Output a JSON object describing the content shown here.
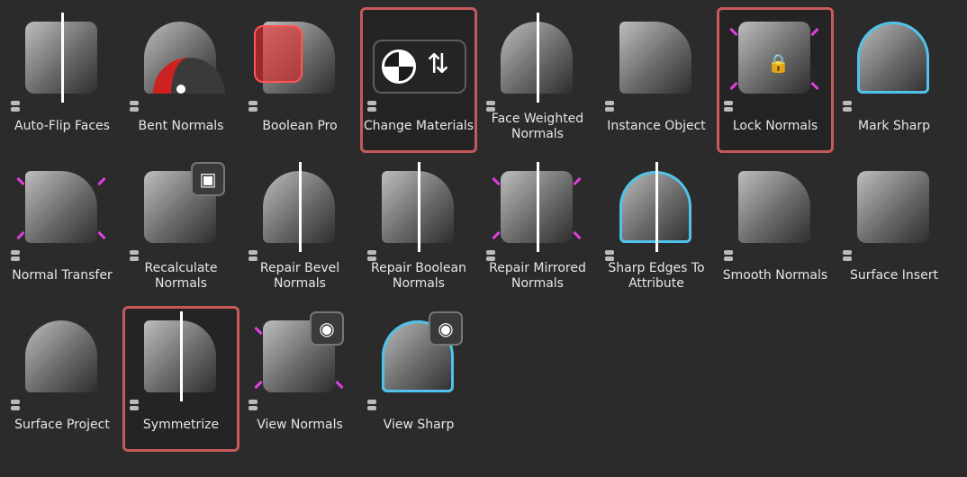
{
  "assets": [
    {
      "label": "Auto-Flip Faces",
      "variant": "line",
      "selected": false
    },
    {
      "label": "Bent Normals",
      "variant": "gauge",
      "selected": false
    },
    {
      "label": "Boolean Pro",
      "variant": "red",
      "selected": false
    },
    {
      "label": "Change Materials",
      "variant": "materials",
      "selected": true
    },
    {
      "label": "Face Weighted Normals",
      "variant": "line",
      "selected": false
    },
    {
      "label": "Instance Object",
      "variant": "plain",
      "selected": false
    },
    {
      "label": "Lock Normals",
      "variant": "lock",
      "selected": true
    },
    {
      "label": "Mark Sharp",
      "variant": "blue",
      "selected": false
    },
    {
      "label": "Normal Transfer",
      "variant": "magenta",
      "selected": false
    },
    {
      "label": "Recalculate Normals",
      "variant": "badge-node",
      "selected": false
    },
    {
      "label": "Repair Bevel Normals",
      "variant": "line",
      "selected": false
    },
    {
      "label": "Repair Boolean Normals",
      "variant": "line",
      "selected": false
    },
    {
      "label": "Repair Mirrored Normals",
      "variant": "magenta-line",
      "selected": false
    },
    {
      "label": "Sharp Edges To Attribute",
      "variant": "blue-line",
      "selected": false
    },
    {
      "label": "Smooth Normals",
      "variant": "plain",
      "selected": false
    },
    {
      "label": "Surface Insert",
      "variant": "plain",
      "selected": false
    },
    {
      "label": "Surface Project",
      "variant": "plain",
      "selected": false
    },
    {
      "label": "Symmetrize",
      "variant": "line",
      "selected": true
    },
    {
      "label": "View Normals",
      "variant": "eye-magenta",
      "selected": false
    },
    {
      "label": "View Sharp",
      "variant": "eye-blue",
      "selected": false
    }
  ],
  "colors": {
    "selection": "#c65a5a",
    "sharp": "#4fc3ec",
    "normals": "#e040e0",
    "background": "#2b2b2b"
  }
}
